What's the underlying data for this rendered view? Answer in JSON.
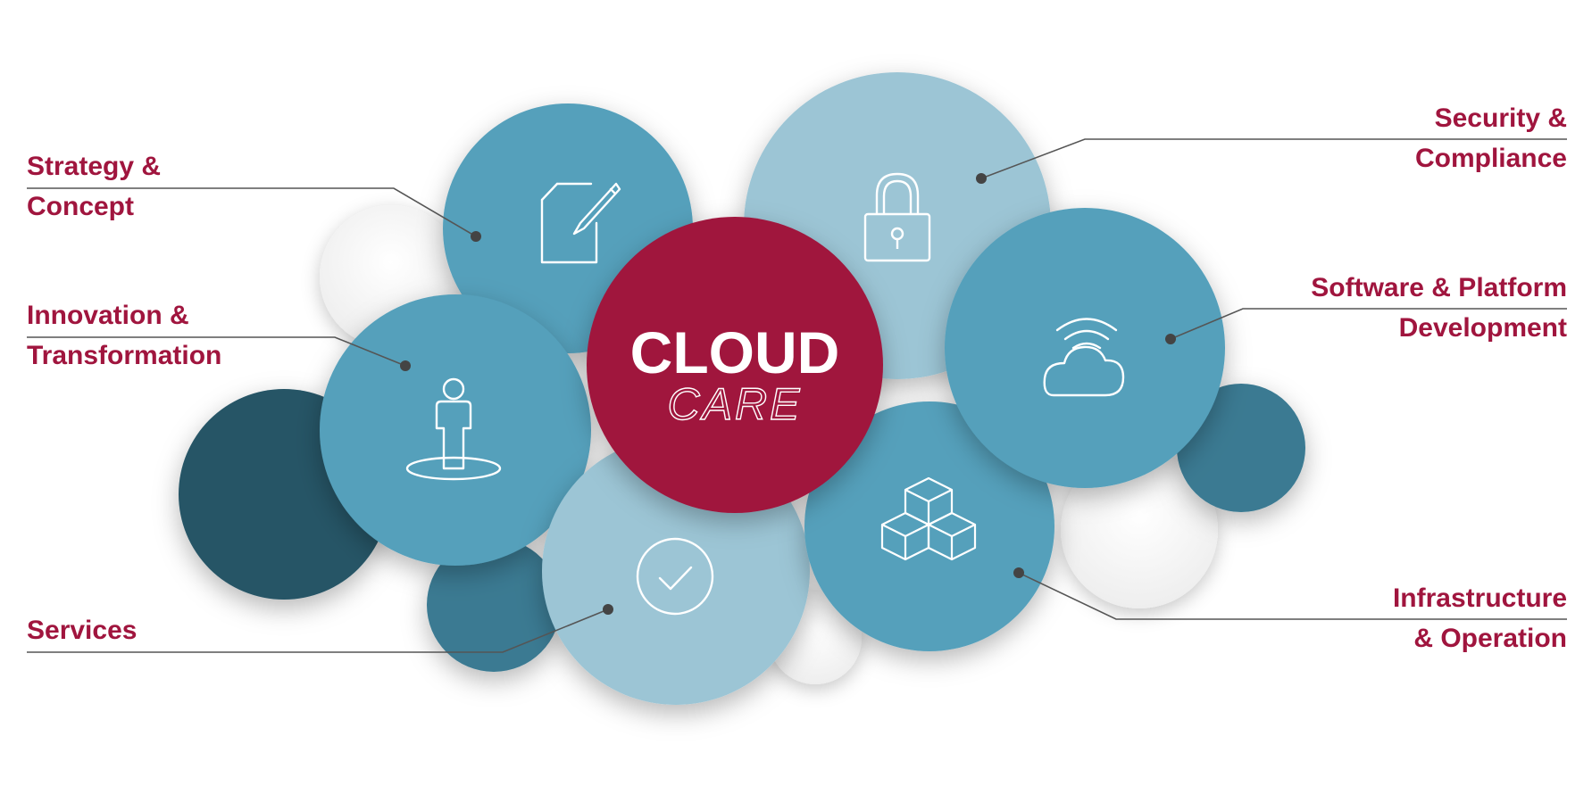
{
  "core": {
    "title": "CLOUD",
    "subtitle": "CARE"
  },
  "labels": [
    {
      "lines": [
        "Strategy &",
        "Concept"
      ]
    },
    {
      "lines": [
        "Innovation &",
        "Transformation"
      ]
    },
    {
      "lines": [
        "Services"
      ]
    },
    {
      "lines": [
        "Security &",
        "Compliance"
      ]
    },
    {
      "lines": [
        "Software & Platform",
        "Development"
      ]
    },
    {
      "lines": [
        "Infrastructure",
        "& Operation"
      ]
    }
  ],
  "icons": [
    "note-pencil-icon",
    "person-on-platform-icon",
    "checkmark-circle-icon",
    "padlock-icon",
    "cloud-wifi-icon",
    "cubes-icon"
  ],
  "colors": {
    "accent": "#a0153e",
    "teal_mid": "#55a0bb",
    "teal_light": "#9cc5d5",
    "teal_dark": "#255466",
    "teal_deep": "#3a7a92",
    "connector": "#555555"
  }
}
